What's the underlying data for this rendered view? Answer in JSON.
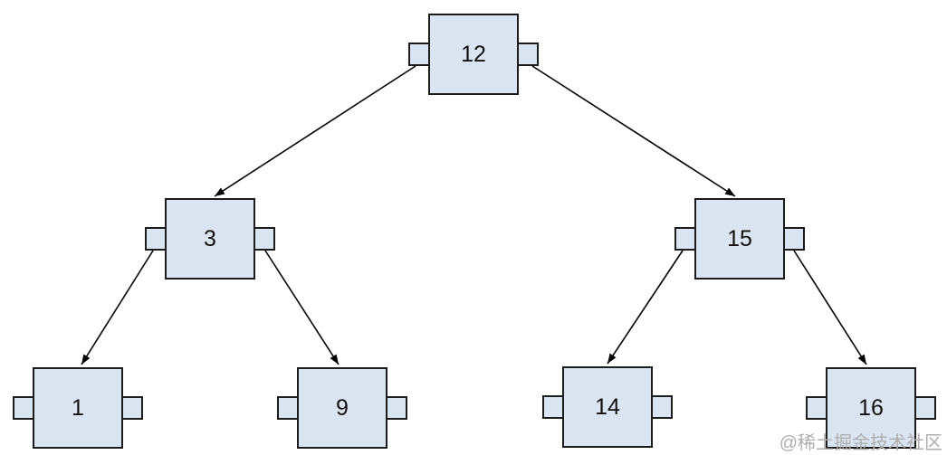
{
  "diagram": {
    "type": "binary-search-tree",
    "nodes": [
      {
        "value": "12",
        "level": 0
      },
      {
        "value": "3",
        "level": 1
      },
      {
        "value": "15",
        "level": 1
      },
      {
        "value": "1",
        "level": 2
      },
      {
        "value": "9",
        "level": 2
      },
      {
        "value": "14",
        "level": 2
      },
      {
        "value": "16",
        "level": 2
      }
    ],
    "edges": [
      {
        "from": "12",
        "to": "3"
      },
      {
        "from": "12",
        "to": "15"
      },
      {
        "from": "3",
        "to": "1"
      },
      {
        "from": "3",
        "to": "9"
      },
      {
        "from": "15",
        "to": "14"
      },
      {
        "from": "15",
        "to": "16"
      }
    ]
  },
  "watermark": {
    "text": "@稀土掘金技术社区"
  },
  "colors": {
    "node_fill": "#dbe5f1",
    "node_border": "#1c1c1c",
    "arrow": "#000000",
    "background": "#ffffff",
    "watermark": "#aeaeae"
  }
}
